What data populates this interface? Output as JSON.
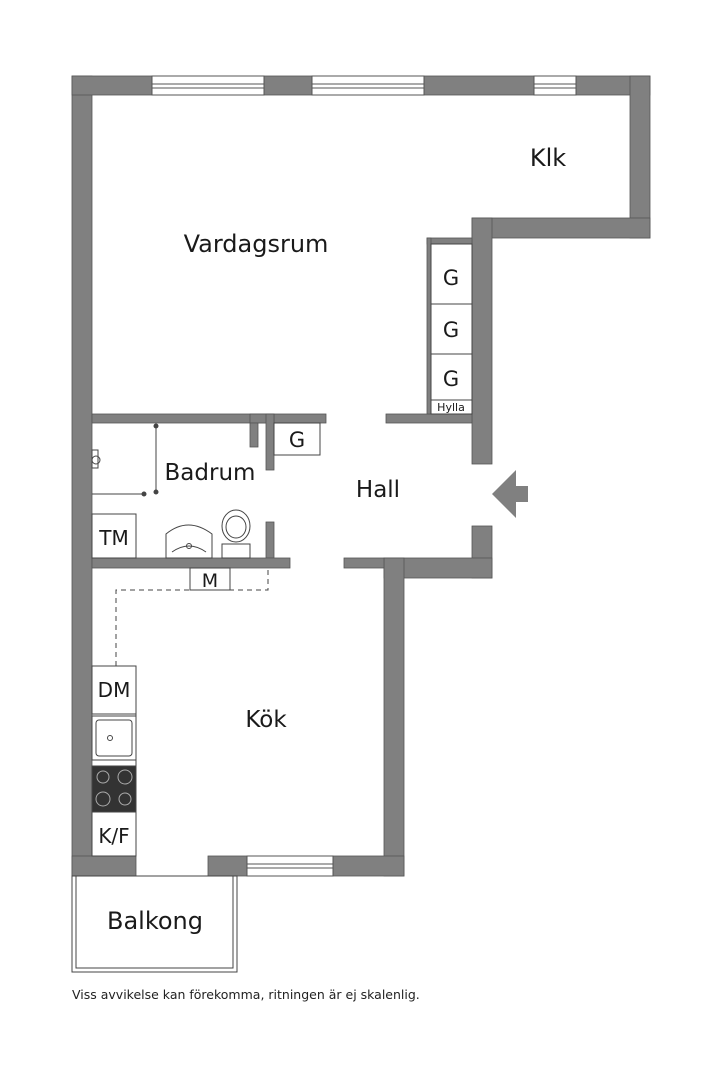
{
  "rooms": {
    "vardagsrum": "Vardagsrum",
    "klk": "Klk",
    "badrum": "Badrum",
    "hall": "Hall",
    "kok": "Kök",
    "balkong": "Balkong"
  },
  "fixtures": {
    "wardrobe": "G",
    "shelf": "Hylla",
    "washing_machine": "TM",
    "dishwasher": "DM",
    "fridge_freezer": "K/F",
    "microwave": "M"
  },
  "entrance_icon": "entrance-arrow-icon",
  "disclaimer": "Viss avvikelse kan förekomma, ritningen är ej skalenlig.",
  "colors": {
    "wall": "#808080",
    "wall_edge": "#555555",
    "line": "#444444",
    "background": "#ffffff"
  }
}
